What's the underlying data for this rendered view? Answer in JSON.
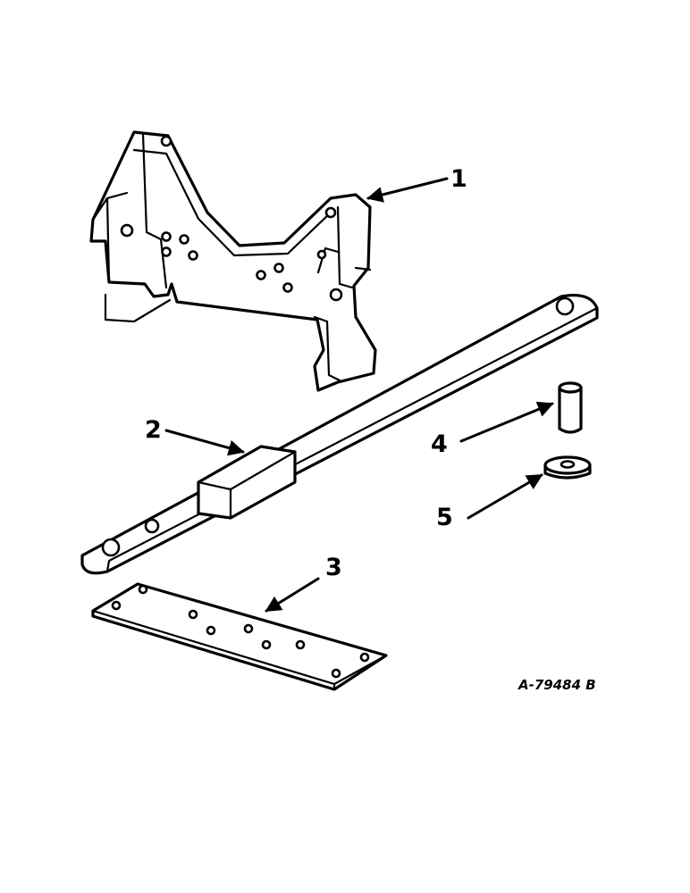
{
  "callouts": {
    "c1": "1",
    "c2": "2",
    "c3": "3",
    "c4": "4",
    "c5": "5"
  },
  "reference_code": "A-79484 B",
  "colors": {
    "ink": "#000000",
    "paper": "#ffffff"
  }
}
